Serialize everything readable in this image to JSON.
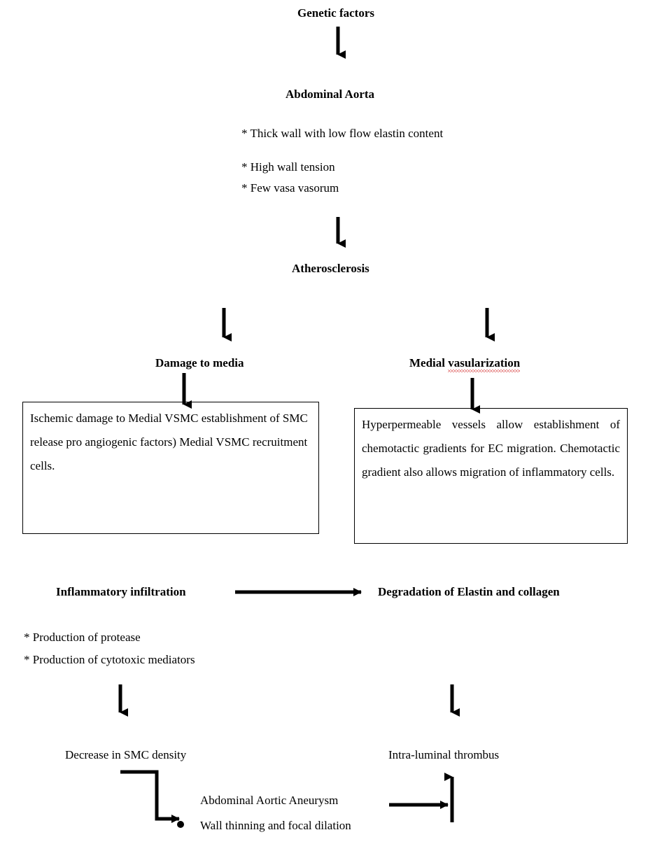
{
  "diagram": {
    "title_nodes": {
      "genetic_factors": "Genetic factors",
      "abdominal_aorta": "Abdominal Aorta",
      "atherosclerosis": "Atherosclerosis",
      "damage_to_media": "Damage to media",
      "medial_vasularization_prefix": "Medial ",
      "medial_vasularization_misspelled": "vasularization",
      "inflammatory_infiltration": "Inflammatory infiltration",
      "degradation": "Degradation of Elastin and collagen",
      "decrease_smc": "Decrease in SMC density",
      "intra_luminal_thrombus": "Intra-luminal thrombus",
      "aaa": "Abdominal Aortic Aneurysm",
      "wall_thinning": "Wall thinning and focal dilation"
    },
    "aorta_features": [
      "* Thick wall with low flow elastin content",
      "* High wall tension",
      "* Few vasa vasorum"
    ],
    "inflammatory_features": [
      "* Production of protease",
      "* Production of cytotoxic mediators"
    ],
    "boxes": {
      "left": "Ischemic damage to Medial VSMC establishment of SMC release pro angiogenic factors) Medial VSMC recruitment cells.",
      "right": "Hyperpermeable vessels allow establishment of chemotactic gradients for EC migration. Chemotactic gradient also allows migration of inflammatory cells."
    },
    "colors": {
      "ink": "#000000",
      "background": "#ffffff",
      "spellcheck_underline": "#cc1111"
    }
  }
}
